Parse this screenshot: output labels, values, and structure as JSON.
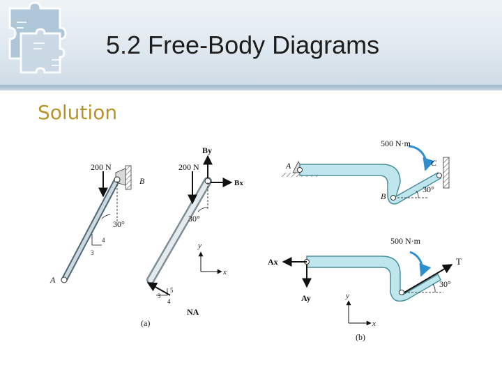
{
  "slide": {
    "title": "5.2 Free-Body Diagrams",
    "subtitle": "Solution"
  },
  "figure_a": {
    "load_left": "200 N",
    "load_right": "200 N",
    "point_B": "B",
    "point_A": "A",
    "force_By": "By",
    "force_Bx": "Bx",
    "force_NA": "NA",
    "angle_left": "30°",
    "angle_right": "30°",
    "slope_5": "5",
    "slope_4": "4",
    "slope_3": "3",
    "axis_x": "x",
    "axis_y": "y",
    "caption": "(a)"
  },
  "figure_b": {
    "moment_top": "500 N·m",
    "moment_bottom": "500 N·m",
    "point_A": "A",
    "point_B": "B",
    "point_C": "C",
    "angle_top": "30°",
    "angle_bottom": "30°",
    "force_Ax": "Ax",
    "force_Ay": "Ay",
    "force_T": "T",
    "axis_x": "x",
    "axis_y": "y",
    "caption": "(b)"
  },
  "colors": {
    "member_fill": "#bfe6ec",
    "member_stroke": "#4a8f9c",
    "moment_arrow": "#2d8fd0",
    "title_color": "#1d1d1d",
    "subtitle_color": "#b89428"
  }
}
